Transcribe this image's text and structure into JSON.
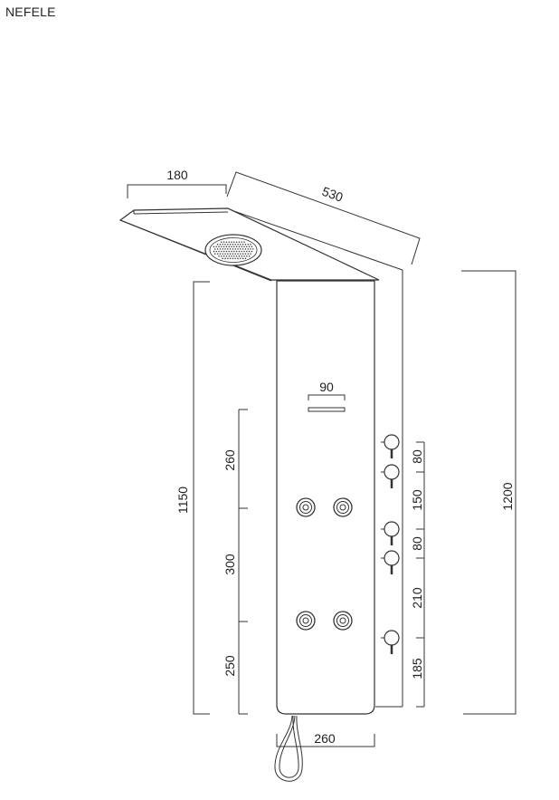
{
  "title": "NEFELE",
  "colors": {
    "line": "#333333",
    "background": "#ffffff"
  },
  "dimensions": {
    "head_depth": "180",
    "head_length": "530",
    "top_slot_width": "90",
    "total_height": "1150",
    "overall_height": "1200",
    "jet_spacing_top": "260",
    "jet_spacing_middle": "300",
    "jet_spacing_bottom": "250",
    "valve_gap_1": "80",
    "valve_gap_2": "150",
    "valve_gap_3": "80",
    "valve_gap_4": "210",
    "valve_gap_5": "185",
    "panel_width": "260"
  }
}
